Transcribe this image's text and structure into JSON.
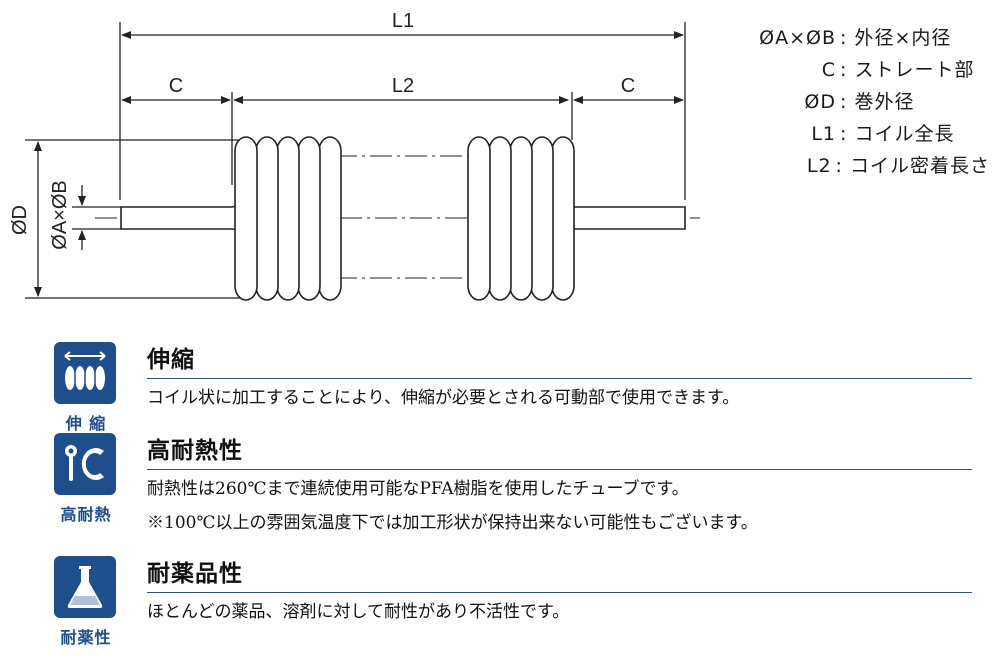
{
  "diagram": {
    "dim_L1": "L1",
    "dim_L2": "L2",
    "dim_C_left": "C",
    "dim_C_right": "C",
    "dim_D": "ØD",
    "dim_AB": "ØA×ØB"
  },
  "legend": [
    {
      "symbol": "ØA×ØB",
      "desc": ": 外径×内径"
    },
    {
      "symbol": "C",
      "desc": ": ストレート部"
    },
    {
      "symbol": "ØD",
      "desc": ": 巻外径"
    },
    {
      "symbol": "L1",
      "desc": ": コイル全長"
    },
    {
      "symbol": "L2",
      "desc": ": コイル密着長さ"
    }
  ],
  "features": [
    {
      "icon": "stretch-icon",
      "icon_label": "伸 縮",
      "title": "伸縮",
      "lines": [
        "コイル状に加工することにより、伸縮が必要とされる可動部で使用できます。"
      ]
    },
    {
      "icon": "thermometer-celsius-icon",
      "icon_label": "高耐熱",
      "title": "高耐熱性",
      "lines": [
        "耐熱性は260℃まで連続使用可能なPFA樹脂を使用したチューブです。",
        "※100℃以上の雰囲気温度下では加工形状が保持出来ない可能性もございます。"
      ]
    },
    {
      "icon": "flask-icon",
      "icon_label": "耐薬性",
      "title": "耐薬品性",
      "lines": [
        "ほとんどの薬品、溶剤に対して耐性があり不活性です。"
      ]
    }
  ],
  "colors": {
    "accent": "#1f4e8c",
    "rule": "#2b4f7e"
  }
}
